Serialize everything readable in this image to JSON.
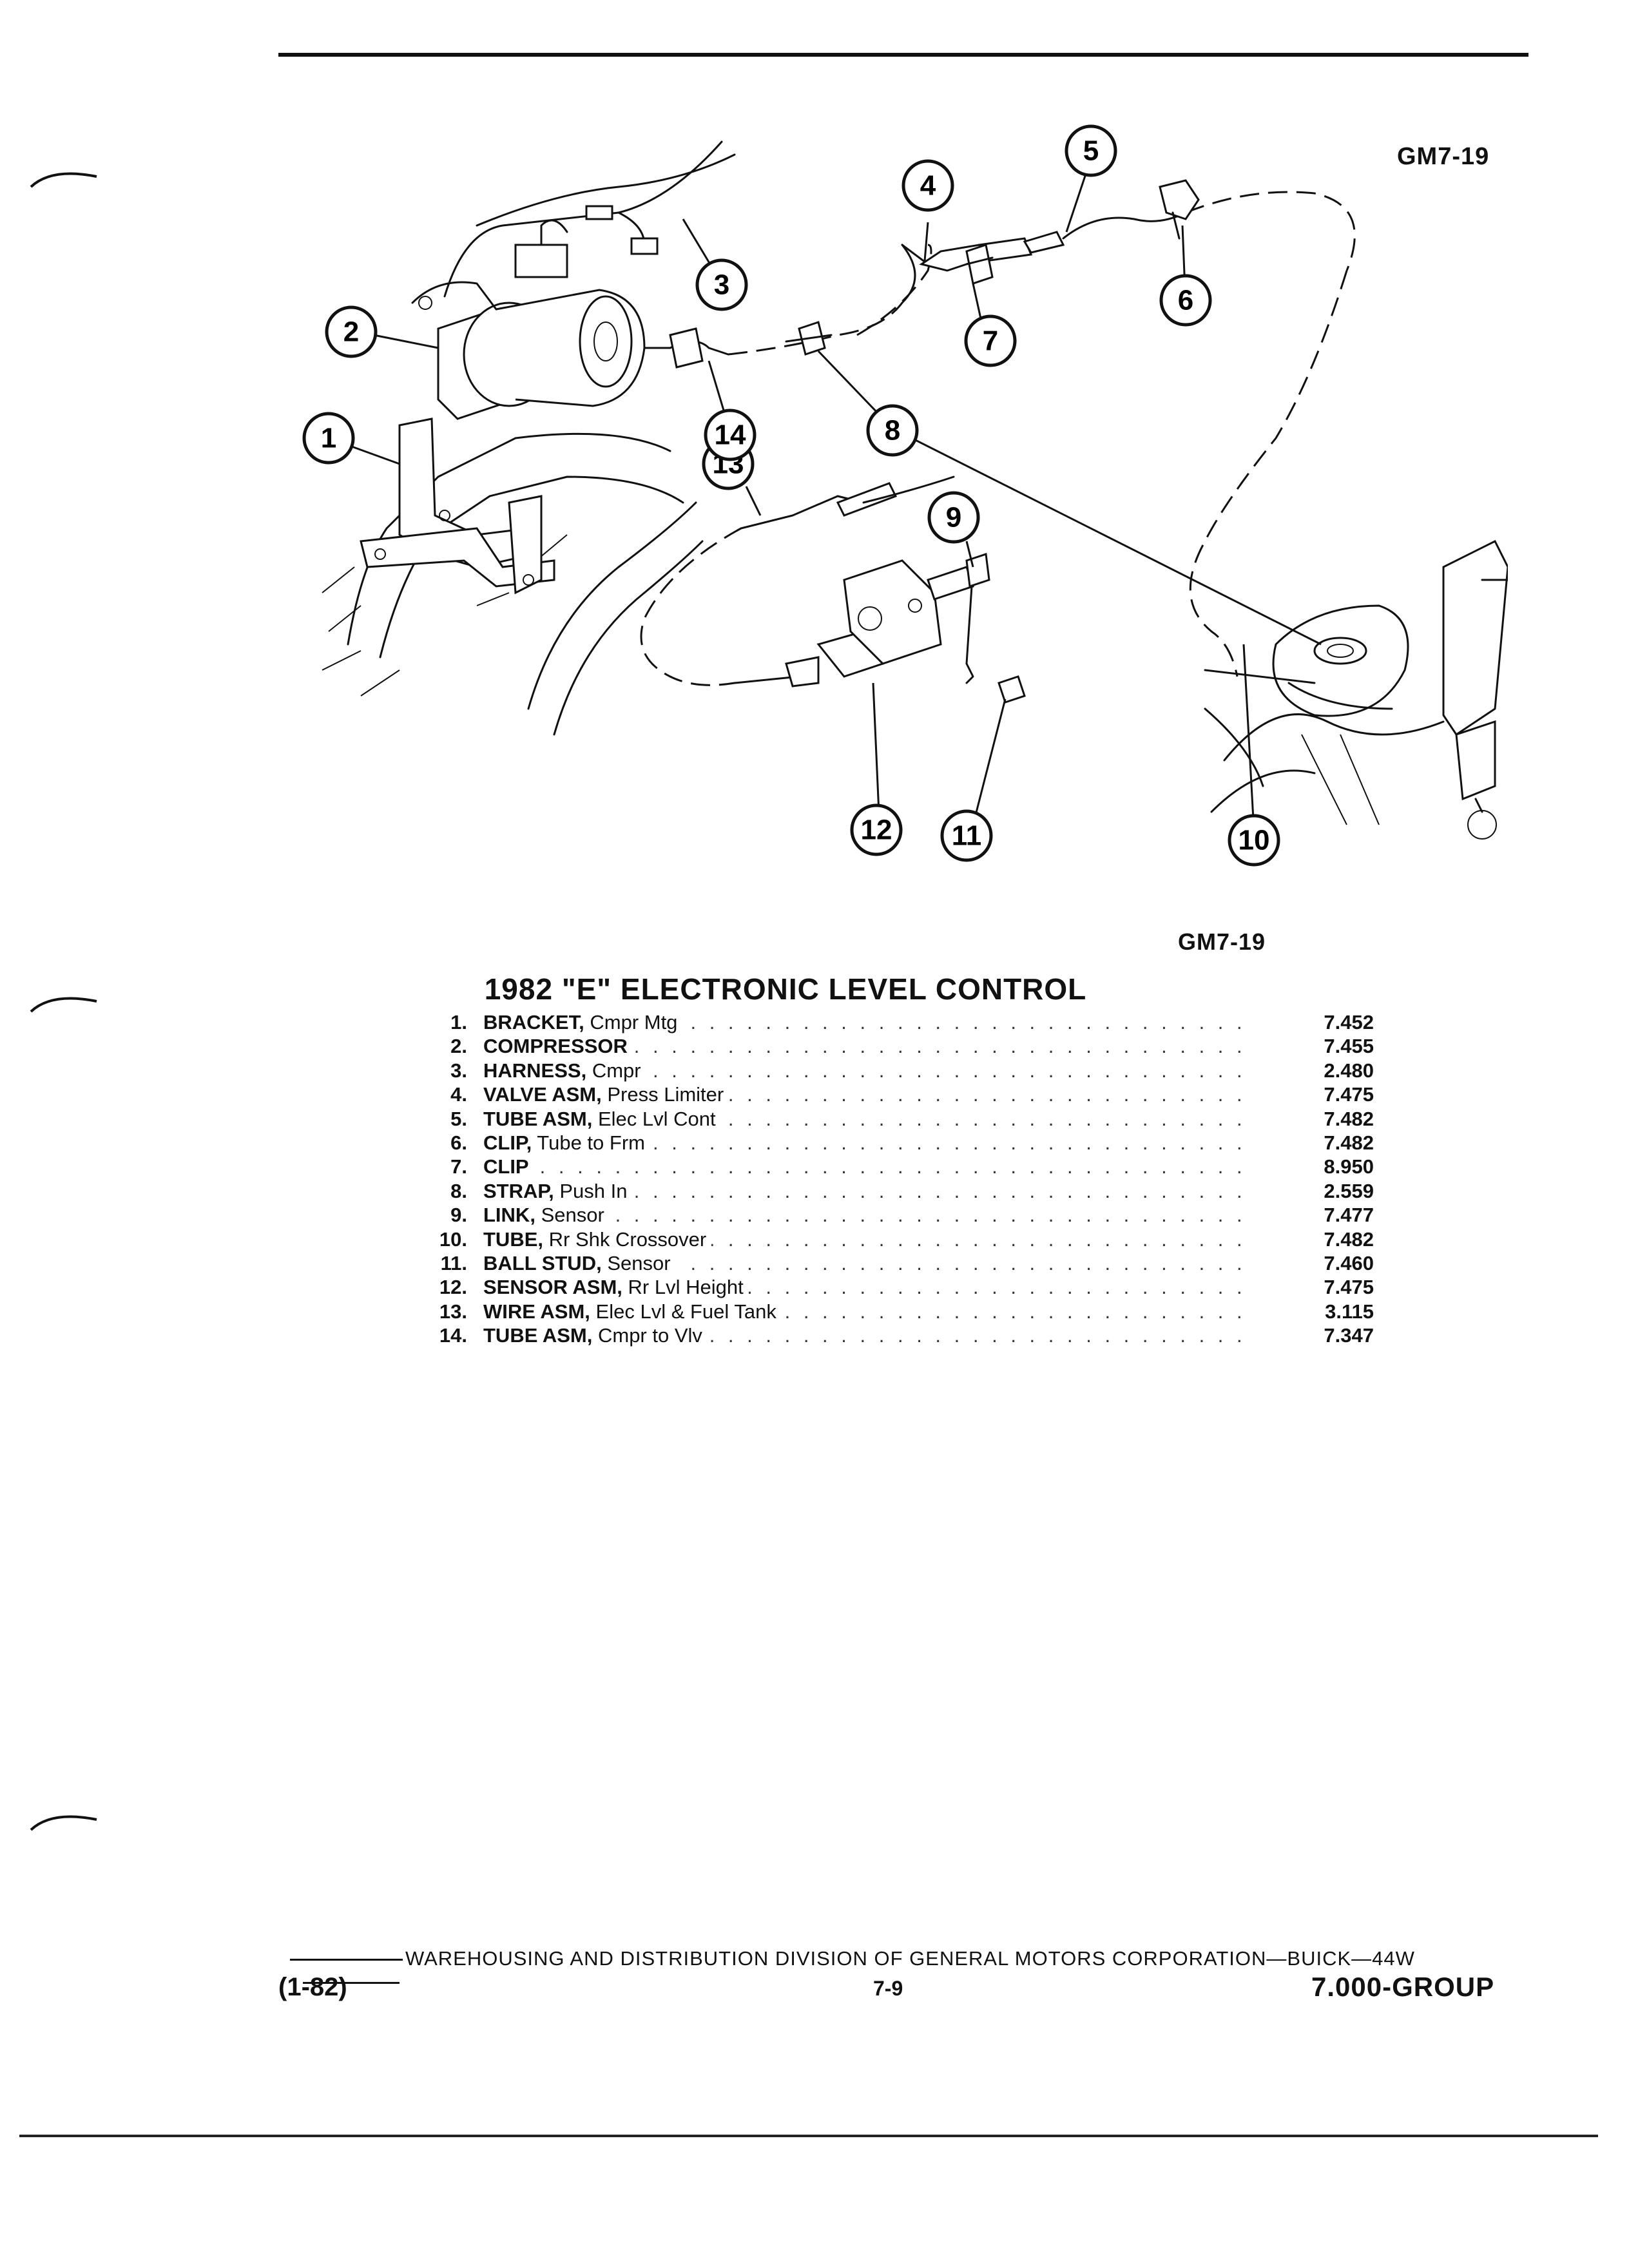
{
  "figure_code_top": "GM7-19",
  "figure_code_bottom": "GM7-19",
  "title": "1982 \"E\" ELECTRONIC LEVEL CONTROL",
  "callouts": [
    "1",
    "2",
    "3",
    "4",
    "5",
    "6",
    "7",
    "8",
    "9",
    "10",
    "11",
    "12",
    "13",
    "14"
  ],
  "parts": [
    {
      "num": "1.",
      "name": "BRACKET,",
      "desc": "Cmpr Mtg",
      "ref": "7.452"
    },
    {
      "num": "2.",
      "name": "COMPRESSOR",
      "desc": "",
      "ref": "7.455"
    },
    {
      "num": "3.",
      "name": "HARNESS,",
      "desc": "Cmpr",
      "ref": "2.480"
    },
    {
      "num": "4.",
      "name": "VALVE ASM,",
      "desc": "Press Limiter",
      "ref": "7.475"
    },
    {
      "num": "5.",
      "name": "TUBE ASM,",
      "desc": "Elec Lvl Cont",
      "ref": "7.482"
    },
    {
      "num": "6.",
      "name": "CLIP,",
      "desc": "Tube to Frm",
      "ref": "7.482"
    },
    {
      "num": "7.",
      "name": "CLIP",
      "desc": "",
      "ref": "8.950"
    },
    {
      "num": "8.",
      "name": "STRAP,",
      "desc": "Push In",
      "ref": "2.559"
    },
    {
      "num": "9.",
      "name": "LINK,",
      "desc": "Sensor",
      "ref": "7.477"
    },
    {
      "num": "10.",
      "name": "TUBE,",
      "desc": "Rr Shk Crossover",
      "ref": "7.482"
    },
    {
      "num": "11.",
      "name": "BALL STUD,",
      "desc": "Sensor",
      "ref": "7.460"
    },
    {
      "num": "12.",
      "name": "SENSOR ASM,",
      "desc": "Rr Lvl Height",
      "ref": "7.475"
    },
    {
      "num": "13.",
      "name": "WIRE ASM,",
      "desc": "Elec Lvl & Fuel Tank",
      "ref": "3.115"
    },
    {
      "num": "14.",
      "name": "TUBE ASM,",
      "desc": "Cmpr to Vlv",
      "ref": "7.347"
    }
  ],
  "footer": {
    "publisher_line": "WAREHOUSING AND DISTRIBUTION  DIVISION OF GENERAL MOTORS CORPORATION—BUICK—44W",
    "date_code": "(1-82)",
    "page_number": "7-9",
    "group_code": "7.000-GROUP"
  }
}
